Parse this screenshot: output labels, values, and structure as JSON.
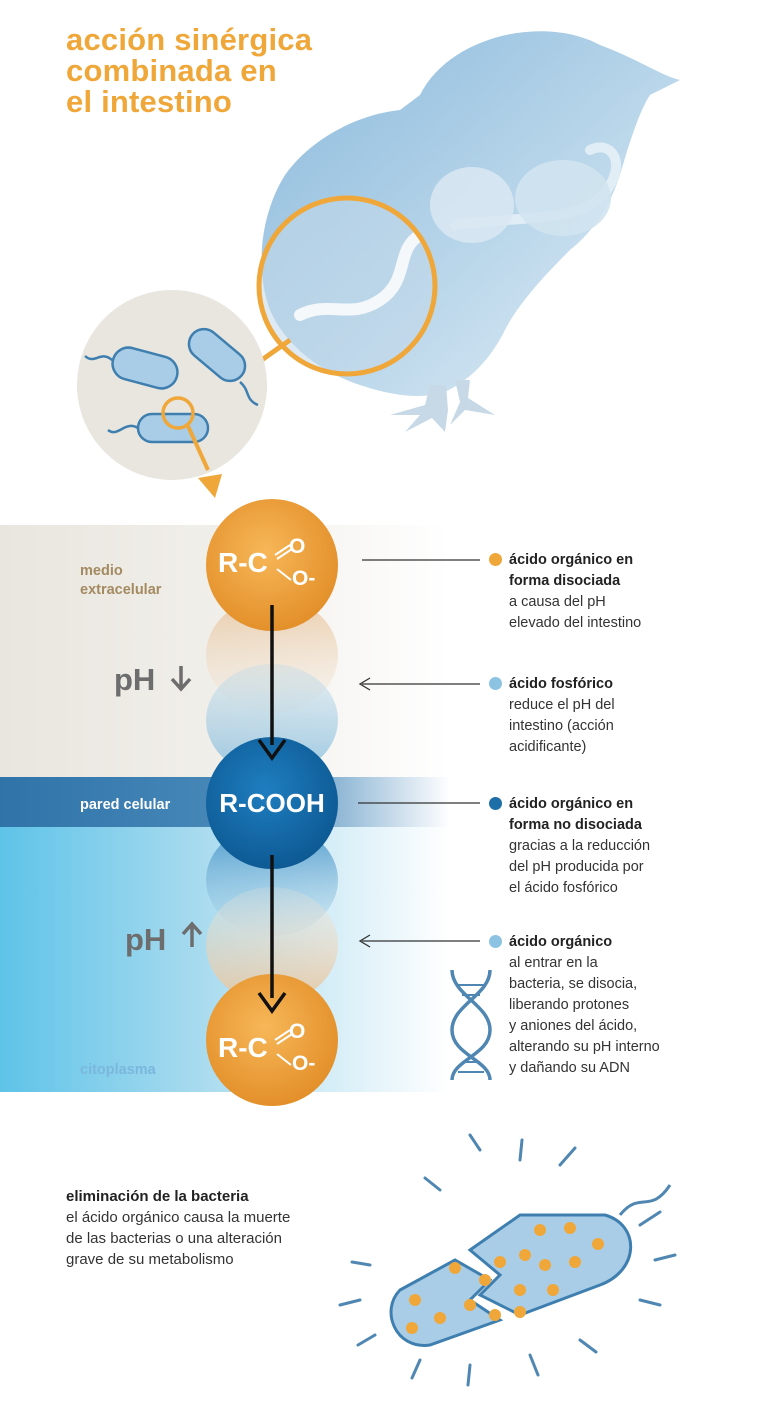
{
  "title_lines": [
    "acción sinérgica",
    "combinada en",
    "el intestino"
  ],
  "zones": {
    "extracellular": [
      "medio",
      "extracelular"
    ],
    "cell_wall": "pared celular",
    "cytoplasm": "citoplasma"
  },
  "molecules": {
    "top": {
      "prefix": "R-C",
      "top_atom": "O",
      "bottom_atom": "O-"
    },
    "middle": "R-COOH",
    "bottom": {
      "prefix": "R-C",
      "top_atom": "O",
      "bottom_atom": "O-"
    }
  },
  "ph": {
    "down": "pH",
    "up": "pH"
  },
  "legend": [
    {
      "title_lines": [
        "ácido orgánico en",
        "forma disociada"
      ],
      "text_lines": [
        "a causa del pH",
        "elevado del intestino"
      ],
      "color": "#f0a73a"
    },
    {
      "title_lines": [
        "ácido fosfórico"
      ],
      "text_lines": [
        "reduce el pH del",
        "intestino (acción",
        "acidificante)"
      ],
      "color": "#8dc3e2"
    },
    {
      "title_lines": [
        "ácido orgánico en",
        "forma no disociada"
      ],
      "text_lines": [
        "gracias a la reducción",
        "del pH producida por",
        "el ácido fosfórico"
      ],
      "color": "#1e6fa8"
    },
    {
      "title_lines": [
        "ácido orgánico"
      ],
      "text_lines": [
        "al entrar en la",
        "bacteria, se disocia,",
        "liberando protones",
        "y aniones del ácido,",
        "alterando su pH interno",
        "y dañando su ADN"
      ],
      "color": "#8dc3e2"
    }
  ],
  "elimination": {
    "title": "eliminación de la bacteria",
    "text_lines": [
      "el ácido orgánico causa la muerte",
      "de las bacterias o una alteración",
      "grave de su metabolismo"
    ]
  },
  "colors": {
    "orange": "#f0a73a",
    "light_blue": "#8dc3e2",
    "dark_blue": "#1e6fa8",
    "chick_blue": "#a9cbe3",
    "grey_text": "#6d6d6d"
  },
  "icons": [
    "chick-illustration",
    "magnifier-icon",
    "bacteria-icon",
    "dna-icon",
    "arrow-icon",
    "broken-bacteria-icon"
  ]
}
